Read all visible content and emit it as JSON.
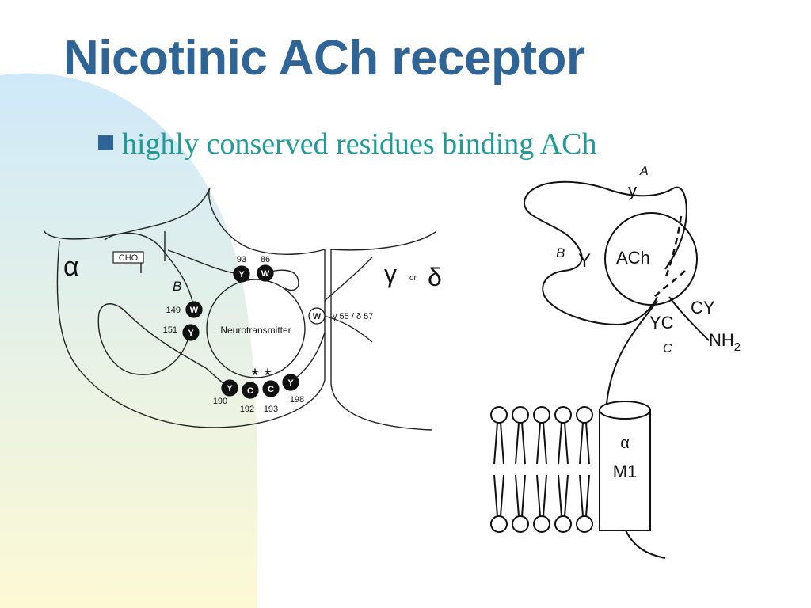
{
  "slide": {
    "title": "Nicotinic ACh receptor",
    "bullet": "highly conserved residues binding ACh",
    "title_color": "#2f6496",
    "bullet_color": "#1f9a96",
    "background_gradient": [
      "#cfe9f9",
      "#fdf9d4"
    ]
  },
  "left_figure": {
    "alpha_label": "α",
    "gamma_label": "γ",
    "or_label": "or",
    "delta_label": "δ",
    "cho_label": "CHO",
    "loop_b_label": "B",
    "center_label": "Neurotransmitter",
    "complementary_label": "γ 55 / δ 57",
    "asterisks": "* *",
    "residues": [
      {
        "letter": "Y",
        "number": "93"
      },
      {
        "letter": "W",
        "number": "86"
      },
      {
        "letter": "W",
        "number": "149"
      },
      {
        "letter": "Y",
        "number": "151"
      },
      {
        "letter": "Y",
        "number": "190"
      },
      {
        "letter": "C",
        "number": "192"
      },
      {
        "letter": "C",
        "number": "193"
      },
      {
        "letter": "Y",
        "number": "198"
      },
      {
        "letter": "W",
        "number": ""
      }
    ]
  },
  "right_figure": {
    "loop_a_label": "A",
    "loop_a_residue": "y",
    "loop_b_label": "B",
    "loop_b_residue": "Y",
    "ligand_label": "ACh",
    "yc_label": "YC",
    "cy_label": "CY",
    "nh2_label": "NH",
    "nh2_subscript": "2",
    "loop_c_label": "C",
    "helix_label_1": "α",
    "helix_label_2": "M1"
  }
}
